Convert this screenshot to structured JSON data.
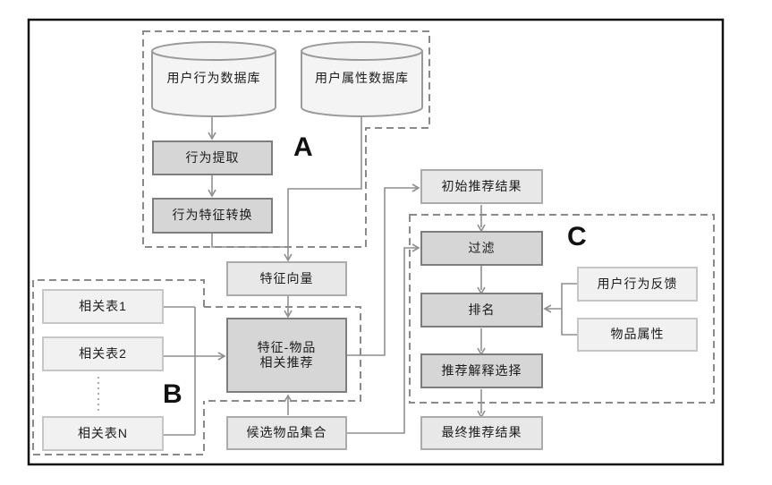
{
  "diagram": {
    "title": "recommendation-system-flowchart",
    "region_labels": {
      "a": "A",
      "b": "B",
      "c": "C"
    },
    "databases": {
      "behavior_db": "用户行为数据库",
      "attribute_db": "用户属性数据库"
    },
    "nodes": {
      "behavior_extraction": "行为提取",
      "behavior_feature_transform": "行为特征转换",
      "feature_vector": "特征向量",
      "feature_item_rec_line1": "特征-物品",
      "feature_item_rec_line2": "相关推荐",
      "related_table_1": "相关表1",
      "related_table_2": "相关表2",
      "related_table_n": "相关表N",
      "candidate_item_set": "候选物品集合",
      "initial_recommendation_result": "初始推荐结果",
      "filter": "过滤",
      "ranking": "排名",
      "explanation_selection": "推荐解释选择",
      "final_recommendation_result": "最终推荐结果",
      "user_behavior_feedback": "用户行为反馈",
      "item_attribute": "物品属性"
    },
    "colors": {
      "frame": "#111111",
      "dashed_border": "#8a8a8a",
      "connector": "#8f8f8f",
      "dark_box_fill": "#d6d6d6",
      "dark_box_border": "#7e7e7e",
      "light_box_fill": "#e8e8e8",
      "lighter_box_fill": "#f1f1f1",
      "cylinder_fill": "#f4f4f4"
    }
  }
}
